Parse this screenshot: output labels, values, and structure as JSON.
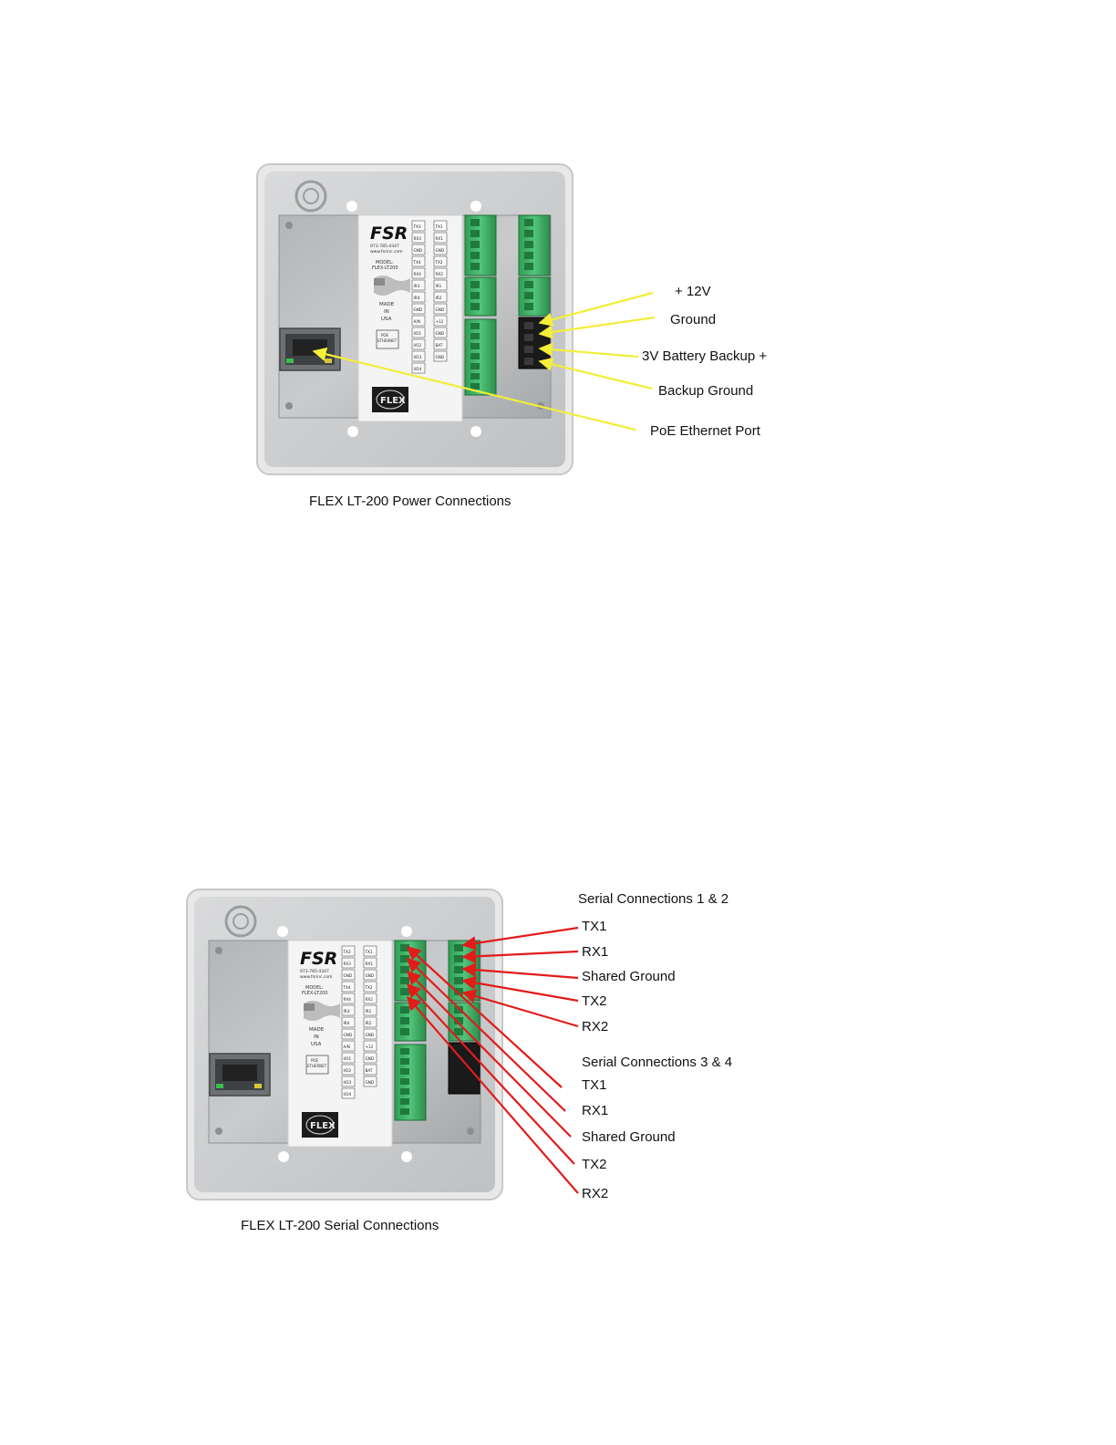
{
  "power_figure": {
    "caption": "FLEX LT-200 Power Connections",
    "callouts": [
      "+ 12V",
      "Ground",
      "3V Battery Backup +",
      "Backup Ground",
      "PoE Ethernet Port"
    ],
    "arrow_color": "#f2ee3a"
  },
  "serial_figure": {
    "caption": "FLEX LT-200 Serial Connections",
    "group1": {
      "heading": "Serial Connections 1 & 2",
      "items": [
        "TX1",
        "RX1",
        "Shared Ground",
        "TX2",
        "RX2"
      ]
    },
    "group2": {
      "heading": "Serial Connections 3 & 4",
      "items": [
        "TX1",
        "RX1",
        "Shared Ground",
        "TX2",
        "RX2"
      ]
    },
    "arrow_color": "#e21b1b"
  },
  "device": {
    "brand": "FSR",
    "phone": "973-785-4347",
    "web": "www.fsrinc.com",
    "model_label": "MODEL:",
    "model": "FLEX-LT200",
    "made_in": [
      "MADE",
      "IN",
      "USA"
    ],
    "poe_label": [
      "POE",
      "ETHERNET"
    ],
    "logo": "FLEX",
    "label_col1": [
      "TX3",
      "RX3",
      "GND",
      "TX4",
      "RX4",
      "IR3",
      "IR4",
      "GND",
      "A/N",
      "I/O1",
      "I/O2",
      "I/O3",
      "I/O4"
    ],
    "label_col2": [
      "TX1",
      "RX1",
      "GND",
      "TX2",
      "RX2",
      "IR1",
      "IR2",
      "GND",
      "+12",
      "GND",
      "BAT",
      "GND"
    ]
  }
}
